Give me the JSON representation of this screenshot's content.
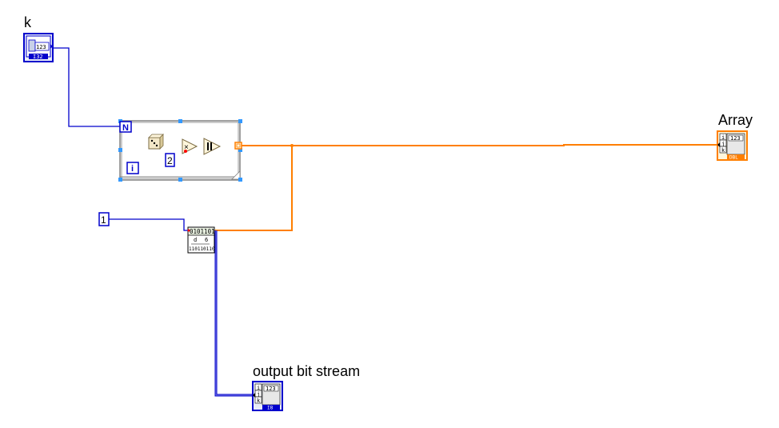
{
  "controls": {
    "k": {
      "label": "k",
      "type_code": "I32",
      "display": "123"
    }
  },
  "constants": {
    "one": "1",
    "two": "2"
  },
  "for_loop": {
    "count_terminal": "N",
    "iteration_terminal": "i"
  },
  "functions": {
    "random_icon": "dice-icon",
    "multiply_icon": "multiply-icon",
    "round_icon": "round-to-nearest-icon",
    "converter": {
      "top": "0101101",
      "mid_left": "d",
      "mid_right": "6",
      "bottom": "110110110"
    }
  },
  "indicators": {
    "array": {
      "label": "Array",
      "type_code": "DBL",
      "display": "123",
      "dims": [
        "i",
        "j",
        "k"
      ]
    },
    "output": {
      "label": "output bit stream",
      "type_code": "I8",
      "display": "123",
      "dims": [
        "i",
        "j",
        "k"
      ]
    }
  },
  "colors": {
    "int_wire": "#0000cc",
    "dbl_wire": "#ff7f00",
    "selection": "#3399ff",
    "loop_border": "#808080"
  }
}
